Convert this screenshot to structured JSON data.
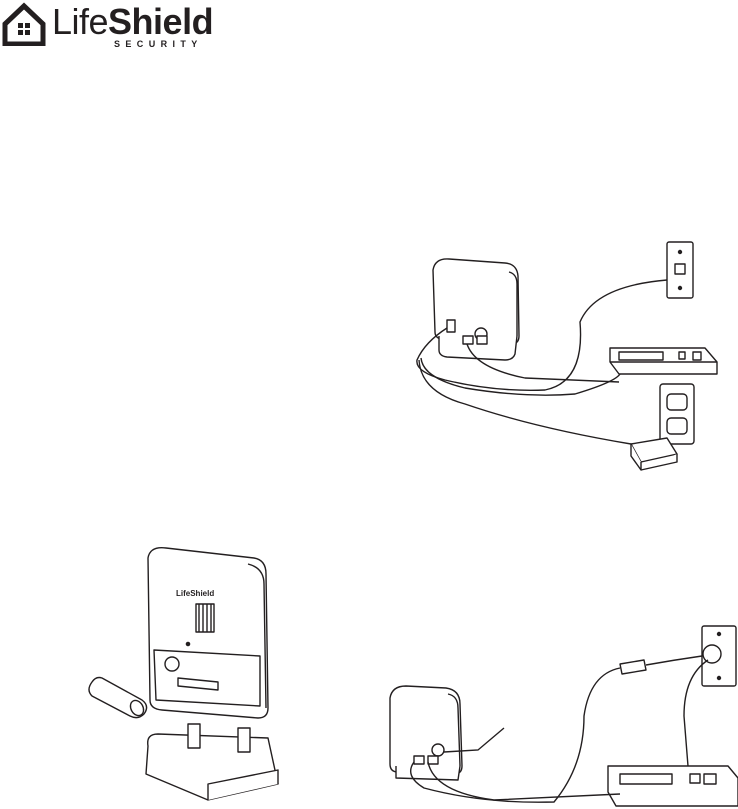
{
  "brand": {
    "name_light": "Life",
    "name_bold": "Shield",
    "tagline": "SECURITY",
    "device_label": "LifeShield",
    "color": "#231f20"
  },
  "figures": {
    "top": {
      "icons": [
        "base-station",
        "phone-jack",
        "router",
        "power-outlet",
        "power-adapter"
      ]
    },
    "base": {
      "icons": [
        "base-station",
        "battery",
        "stand"
      ]
    },
    "bottom": {
      "icons": [
        "base-station",
        "phone-splitter",
        "phone-jack",
        "router"
      ]
    }
  }
}
